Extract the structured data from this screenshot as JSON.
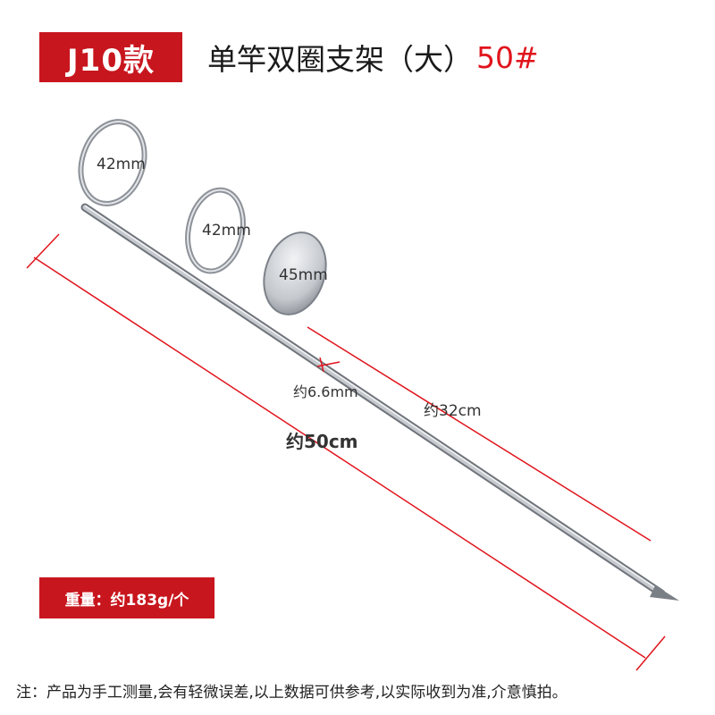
{
  "header": {
    "model_label": "J10款",
    "product_name": "单竿双圈支架（大）",
    "product_size": "50#"
  },
  "dimensions": {
    "ring1": "42mm",
    "ring2": "42mm",
    "disc": "45mm",
    "rod_diameter": "约6.6mm",
    "spike_length": "约32cm",
    "total_length": "约50cm"
  },
  "weight_label": "重量：约183g/个",
  "note": "注：产品为手工测量,会有轻微误差,以上数据可供参考,以实际收到为准,介意慎拍。",
  "colors": {
    "accent_red": "#c8161e",
    "dimension_line": "#e0141c",
    "metal": "#a9adb3"
  }
}
